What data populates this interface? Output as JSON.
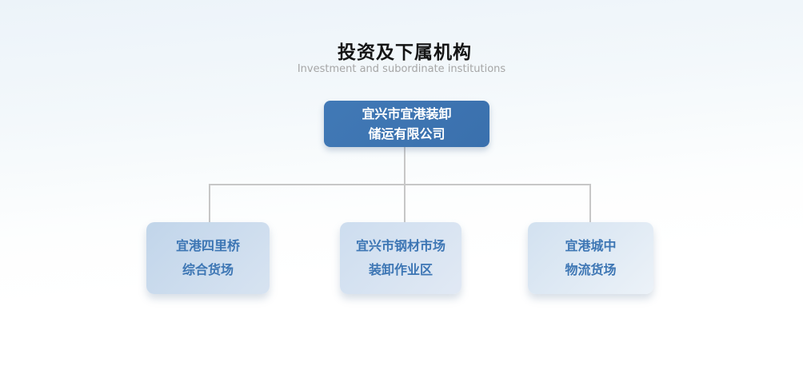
{
  "page": {
    "title": "投资及下属机构",
    "subtitle": "Investment and subordinate institutions"
  },
  "org_chart": {
    "root": {
      "line1": "宜兴市宜港装卸",
      "line2": "储运有限公司"
    },
    "children": [
      {
        "line1": "宜港四里桥",
        "line2": "综合货场"
      },
      {
        "line1": "宜兴市钢材市场",
        "line2": "装卸作业区"
      },
      {
        "line1": "宜港城中",
        "line2": "物流货场"
      }
    ]
  },
  "colors": {
    "root_box_fill": "#3b73b1",
    "root_box_text": "#ffffff",
    "child_box_fill_1": "#c6d8ec",
    "child_box_fill_2": "#d5e1f0",
    "child_box_fill_3": "#dde8f4",
    "child_box_text": "#3d76b4",
    "connector_line": "#c7c7c7",
    "title_text": "#141414",
    "subtitle_text": "#a6a6a6"
  }
}
